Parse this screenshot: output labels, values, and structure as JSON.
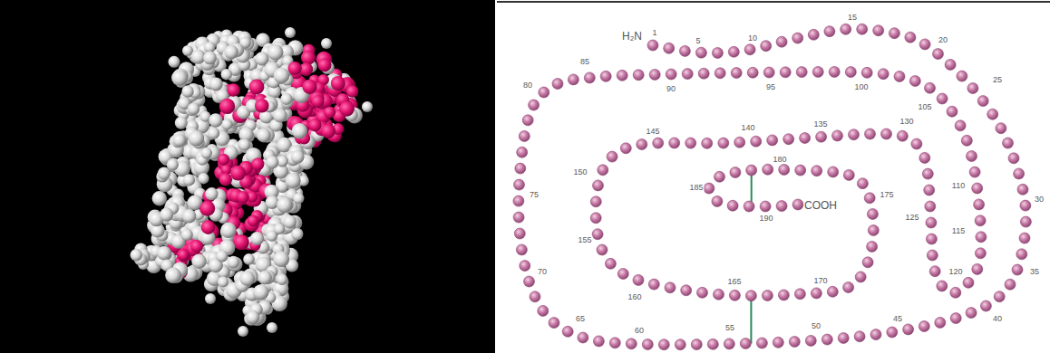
{
  "diagram": {
    "labels": [
      "H₂N",
      "1",
      "5",
      "10",
      "15",
      "20",
      "25",
      "30",
      "35",
      "40",
      "45",
      "50",
      "55",
      "60",
      "65",
      "70",
      "75",
      "80",
      "85",
      "90",
      "95",
      "100",
      "105",
      "110",
      "115",
      "120",
      "125",
      "130",
      "135",
      "140",
      "145",
      "150",
      "155",
      "160",
      "165",
      "170",
      "175",
      "180",
      "185",
      "190",
      "COOH"
    ]
  }
}
